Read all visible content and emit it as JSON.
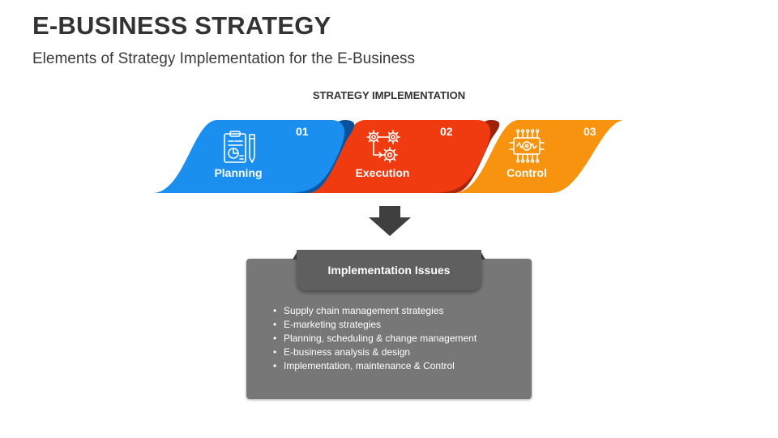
{
  "title": "E-BUSINESS STRATEGY",
  "subtitle": "Elements of Strategy Implementation for the E-Business",
  "section_label": "STRATEGY IMPLEMENTATION",
  "steps": [
    {
      "number": "01",
      "label": "Planning",
      "icon": "planning-clipboard-icon",
      "color": "#1a8ff0"
    },
    {
      "number": "02",
      "label": "Execution",
      "icon": "gears-process-icon",
      "color": "#f03a10"
    },
    {
      "number": "03",
      "label": "Control",
      "icon": "circuit-control-icon",
      "color": "#f7930e"
    }
  ],
  "issues": {
    "title": "Implementation Issues",
    "items": [
      "Supply chain management strategies",
      "E-marketing strategies",
      "Planning, scheduling & change management",
      "E-business analysis & design",
      "Implementation, maintenance & Control"
    ]
  }
}
